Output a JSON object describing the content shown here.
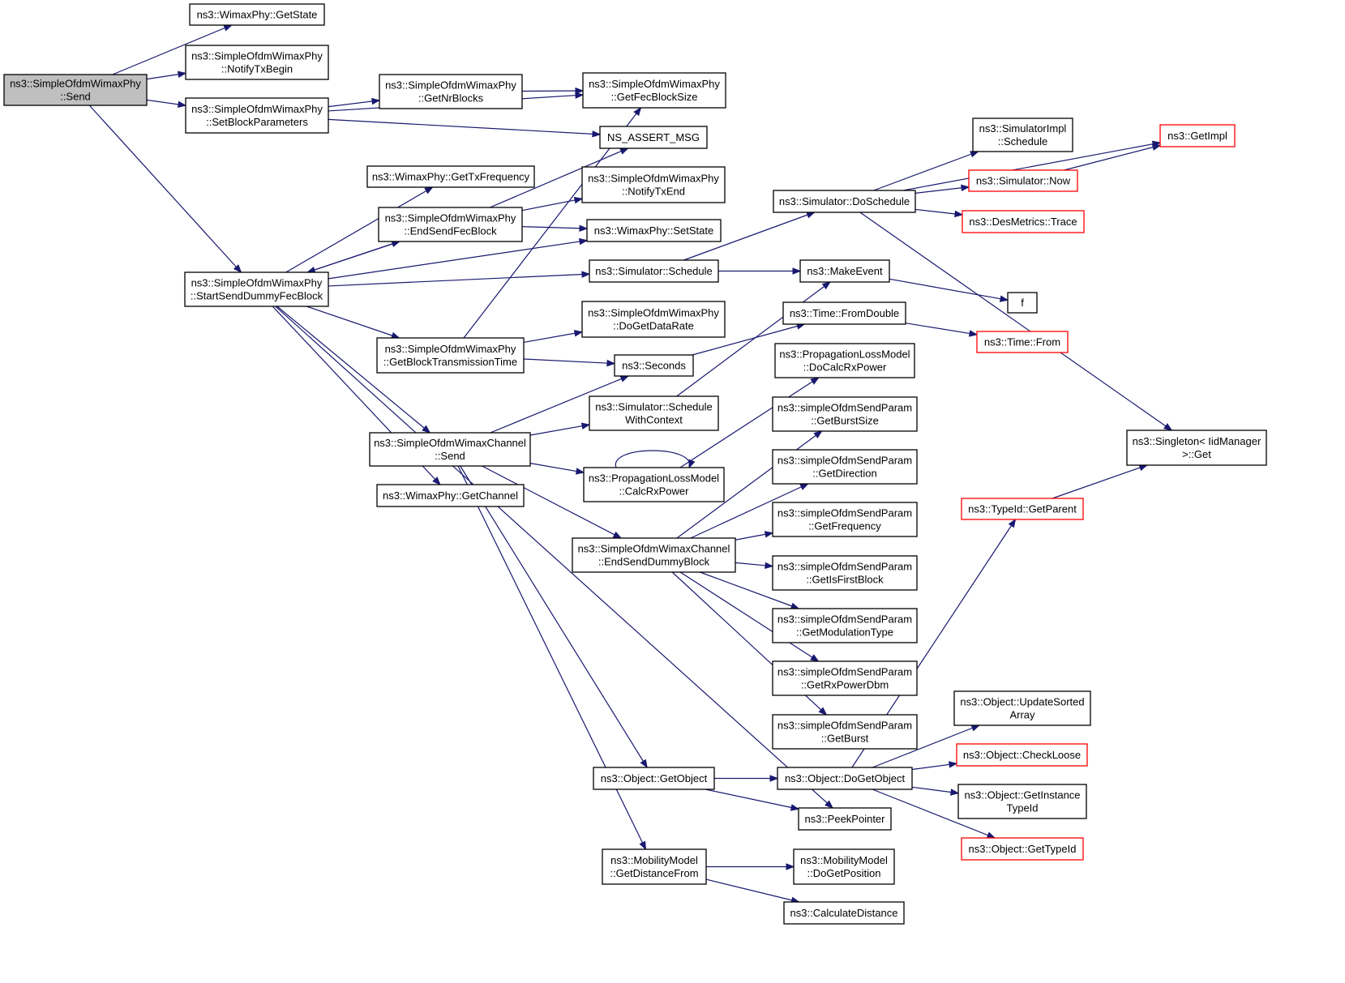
{
  "nodes": [
    {
      "id": "send_phy",
      "lines": [
        "ns3::SimpleOfdmWimaxPhy",
        "::Send"
      ],
      "root": true
    },
    {
      "id": "getstate",
      "lines": [
        "ns3::WimaxPhy::GetState"
      ]
    },
    {
      "id": "notifytxbegin",
      "lines": [
        "ns3::SimpleOfdmWimaxPhy",
        "::NotifyTxBegin"
      ]
    },
    {
      "id": "setblockparams",
      "lines": [
        "ns3::SimpleOfdmWimaxPhy",
        "::SetBlockParameters"
      ]
    },
    {
      "id": "getnrblocks",
      "lines": [
        "ns3::SimpleOfdmWimaxPhy",
        "::GetNrBlocks"
      ]
    },
    {
      "id": "getfecblocksize",
      "lines": [
        "ns3::SimpleOfdmWimaxPhy",
        "::GetFecBlockSize"
      ]
    },
    {
      "id": "nsassert",
      "lines": [
        "NS_ASSERT_MSG"
      ]
    },
    {
      "id": "gettxfreq",
      "lines": [
        "ns3::WimaxPhy::GetTxFrequency"
      ]
    },
    {
      "id": "endsendfec",
      "lines": [
        "ns3::SimpleOfdmWimaxPhy",
        "::EndSendFecBlock"
      ]
    },
    {
      "id": "notifytxend",
      "lines": [
        "ns3::SimpleOfdmWimaxPhy",
        "::NotifyTxEnd"
      ]
    },
    {
      "id": "setstate",
      "lines": [
        "ns3::WimaxPhy::SetState"
      ]
    },
    {
      "id": "startsenddummy",
      "lines": [
        "ns3::SimpleOfdmWimaxPhy",
        "::StartSendDummyFecBlock"
      ]
    },
    {
      "id": "simschedule",
      "lines": [
        "ns3::Simulator::Schedule"
      ]
    },
    {
      "id": "getdatarate",
      "lines": [
        "ns3::SimpleOfdmWimaxPhy",
        "::DoGetDataRate"
      ]
    },
    {
      "id": "getblocktxtime",
      "lines": [
        "ns3::SimpleOfdmWimaxPhy",
        "::GetBlockTransmissionTime"
      ]
    },
    {
      "id": "seconds",
      "lines": [
        "ns3::Seconds"
      ]
    },
    {
      "id": "schedwithctx",
      "lines": [
        "ns3::Simulator::Schedule",
        "WithContext"
      ]
    },
    {
      "id": "chansend",
      "lines": [
        "ns3::SimpleOfdmWimaxChannel",
        "::Send"
      ]
    },
    {
      "id": "getchannel",
      "lines": [
        "ns3::WimaxPhy::GetChannel"
      ]
    },
    {
      "id": "calcrxpower",
      "lines": [
        "ns3::PropagationLossModel",
        "::CalcRxPower"
      ]
    },
    {
      "id": "endsenddummy",
      "lines": [
        "ns3::SimpleOfdmWimaxChannel",
        "::EndSendDummyBlock"
      ]
    },
    {
      "id": "getobject",
      "lines": [
        "ns3::Object::GetObject"
      ]
    },
    {
      "id": "getdistfrom",
      "lines": [
        "ns3::MobilityModel",
        "::GetDistanceFrom"
      ]
    },
    {
      "id": "doschedule",
      "lines": [
        "ns3::Simulator::DoSchedule"
      ]
    },
    {
      "id": "makeevent",
      "lines": [
        "ns3::MakeEvent"
      ]
    },
    {
      "id": "fromdouble",
      "lines": [
        "ns3::Time::FromDouble"
      ]
    },
    {
      "id": "docalcrxpower",
      "lines": [
        "ns3::PropagationLossModel",
        "::DoCalcRxPower"
      ]
    },
    {
      "id": "getburstsize",
      "lines": [
        "ns3::simpleOfdmSendParam",
        "::GetBurstSize"
      ]
    },
    {
      "id": "getdirection",
      "lines": [
        "ns3::simpleOfdmSendParam",
        "::GetDirection"
      ]
    },
    {
      "id": "getfrequency",
      "lines": [
        "ns3::simpleOfdmSendParam",
        "::GetFrequency"
      ]
    },
    {
      "id": "getisfirst",
      "lines": [
        "ns3::simpleOfdmSendParam",
        "::GetIsFirstBlock"
      ]
    },
    {
      "id": "getmodtype",
      "lines": [
        "ns3::simpleOfdmSendParam",
        "::GetModulationType"
      ]
    },
    {
      "id": "getrxpowerdbm",
      "lines": [
        "ns3::simpleOfdmSendParam",
        "::GetRxPowerDbm"
      ]
    },
    {
      "id": "getburst",
      "lines": [
        "ns3::simpleOfdmSendParam",
        "::GetBurst"
      ]
    },
    {
      "id": "dogetobject",
      "lines": [
        "ns3::Object::DoGetObject"
      ]
    },
    {
      "id": "peekpointer",
      "lines": [
        "ns3::PeekPointer"
      ]
    },
    {
      "id": "dogetposition",
      "lines": [
        "ns3::MobilityModel",
        "::DoGetPosition"
      ]
    },
    {
      "id": "calcdistance",
      "lines": [
        "ns3::CalculateDistance"
      ]
    },
    {
      "id": "simimplschedule",
      "lines": [
        "ns3::SimulatorImpl",
        "::Schedule"
      ]
    },
    {
      "id": "simnow",
      "lines": [
        "ns3::Simulator::Now"
      ],
      "red": true
    },
    {
      "id": "desmetrics",
      "lines": [
        "ns3::DesMetrics::Trace"
      ],
      "red": true
    },
    {
      "id": "getimpl",
      "lines": [
        "ns3::GetImpl"
      ],
      "red": true
    },
    {
      "id": "f",
      "lines": [
        "f"
      ]
    },
    {
      "id": "timefrom",
      "lines": [
        "ns3::Time::From"
      ],
      "red": true
    },
    {
      "id": "singletonget",
      "lines": [
        "ns3::Singleton< IidManager",
        " >::Get"
      ]
    },
    {
      "id": "getparent",
      "lines": [
        "ns3::TypeId::GetParent"
      ],
      "red": true
    },
    {
      "id": "updatesorted",
      "lines": [
        "ns3::Object::UpdateSorted",
        "Array"
      ]
    },
    {
      "id": "checkloose",
      "lines": [
        "ns3::Object::CheckLoose"
      ],
      "red": true
    },
    {
      "id": "getinstancetypeid",
      "lines": [
        "ns3::Object::GetInstance",
        "TypeId"
      ]
    },
    {
      "id": "gettypeid",
      "lines": [
        "ns3::Object::GetTypeId"
      ],
      "red": true
    }
  ],
  "edges": [
    [
      "send_phy",
      "getstate"
    ],
    [
      "send_phy",
      "notifytxbegin"
    ],
    [
      "send_phy",
      "setblockparams"
    ],
    [
      "send_phy",
      "startsenddummy"
    ],
    [
      "setblockparams",
      "getfecblocksize"
    ],
    [
      "setblockparams",
      "getnrblocks"
    ],
    [
      "setblockparams",
      "nsassert"
    ],
    [
      "getnrblocks",
      "getfecblocksize"
    ],
    [
      "startsenddummy",
      "gettxfreq"
    ],
    [
      "startsenddummy",
      "endsendfec"
    ],
    [
      "startsenddummy",
      "setstate"
    ],
    [
      "startsenddummy",
      "simschedule"
    ],
    [
      "startsenddummy",
      "getblocktxtime"
    ],
    [
      "startsenddummy",
      "chansend"
    ],
    [
      "startsenddummy",
      "getchannel"
    ],
    [
      "startsenddummy",
      "peekpointer"
    ],
    [
      "endsendfec",
      "nsassert"
    ],
    [
      "endsendfec",
      "notifytxend"
    ],
    [
      "endsendfec",
      "setstate"
    ],
    [
      "endsendfec",
      "startsenddummy"
    ],
    [
      "getblocktxtime",
      "getfecblocksize"
    ],
    [
      "getblocktxtime",
      "getdatarate"
    ],
    [
      "getblocktxtime",
      "seconds"
    ],
    [
      "simschedule",
      "doschedule"
    ],
    [
      "simschedule",
      "makeevent"
    ],
    [
      "chansend",
      "seconds"
    ],
    [
      "chansend",
      "schedwithctx"
    ],
    [
      "chansend",
      "calcrxpower"
    ],
    [
      "chansend",
      "endsenddummy"
    ],
    [
      "chansend",
      "getobject"
    ],
    [
      "chansend",
      "getdistfrom"
    ],
    [
      "schedwithctx",
      "makeevent"
    ],
    [
      "seconds",
      "fromdouble"
    ],
    [
      "calcrxpower",
      "calcrxpower"
    ],
    [
      "calcrxpower",
      "docalcrxpower"
    ],
    [
      "endsenddummy",
      "getburstsize"
    ],
    [
      "endsenddummy",
      "getdirection"
    ],
    [
      "endsenddummy",
      "getfrequency"
    ],
    [
      "endsenddummy",
      "getisfirst"
    ],
    [
      "endsenddummy",
      "getmodtype"
    ],
    [
      "endsenddummy",
      "getrxpowerdbm"
    ],
    [
      "endsenddummy",
      "getburst"
    ],
    [
      "getobject",
      "dogetobject"
    ],
    [
      "getobject",
      "peekpointer"
    ],
    [
      "getdistfrom",
      "dogetposition"
    ],
    [
      "getdistfrom",
      "calcdistance"
    ],
    [
      "doschedule",
      "getimpl"
    ],
    [
      "doschedule",
      "simimplschedule"
    ],
    [
      "doschedule",
      "simnow"
    ],
    [
      "doschedule",
      "desmetrics"
    ],
    [
      "doschedule",
      "singletonget"
    ],
    [
      "simnow",
      "getimpl"
    ],
    [
      "makeevent",
      "f"
    ],
    [
      "fromdouble",
      "timefrom"
    ],
    [
      "dogetobject",
      "getparent"
    ],
    [
      "dogetobject",
      "updatesorted"
    ],
    [
      "dogetobject",
      "checkloose"
    ],
    [
      "dogetobject",
      "getinstancetypeid"
    ],
    [
      "dogetobject",
      "gettypeid"
    ],
    [
      "getparent",
      "singletonget"
    ]
  ],
  "colors": {
    "edge": "#191970",
    "root_fill": "#bfbfbf",
    "red_border": "#ff0000"
  }
}
